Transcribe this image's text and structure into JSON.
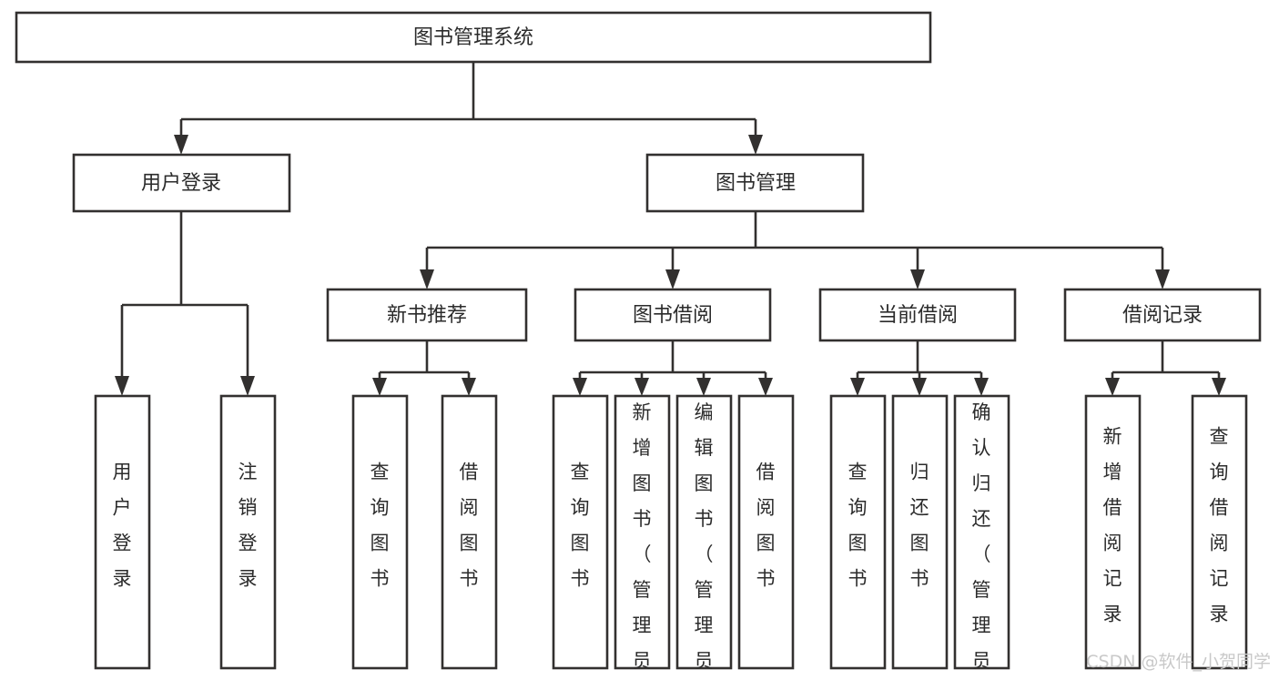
{
  "diagram": {
    "title": "图书管理系统",
    "type": "hierarchy-tree",
    "root": {
      "label": "图书管理系统"
    },
    "level2": [
      {
        "id": "user-login",
        "label": "用户登录"
      },
      {
        "id": "book-management",
        "label": "图书管理"
      }
    ],
    "level3": [
      {
        "id": "new-book-recommend",
        "label": "新书推荐",
        "parent": "book-management"
      },
      {
        "id": "book-borrow",
        "label": "图书借阅",
        "parent": "book-management"
      },
      {
        "id": "current-borrow",
        "label": "当前借阅",
        "parent": "book-management"
      },
      {
        "id": "borrow-record",
        "label": "借阅记录",
        "parent": "book-management"
      }
    ],
    "leaves": [
      {
        "id": "leaf-user-login",
        "label": "用户登录",
        "parent": "user-login"
      },
      {
        "id": "leaf-logout",
        "label": "注销登录",
        "parent": "user-login"
      },
      {
        "id": "leaf-query-book-1",
        "label": "查询图书",
        "parent": "new-book-recommend"
      },
      {
        "id": "leaf-borrow-book-1",
        "label": "借阅图书",
        "parent": "new-book-recommend"
      },
      {
        "id": "leaf-query-book-2",
        "label": "查询图书",
        "parent": "book-borrow"
      },
      {
        "id": "leaf-add-book",
        "label": "新增图书（管理员）",
        "parent": "book-borrow"
      },
      {
        "id": "leaf-edit-book",
        "label": "编辑图书（管理员）",
        "parent": "book-borrow"
      },
      {
        "id": "leaf-borrow-book-2",
        "label": "借阅图书",
        "parent": "book-borrow"
      },
      {
        "id": "leaf-query-book-3",
        "label": "查询图书",
        "parent": "current-borrow"
      },
      {
        "id": "leaf-return-book",
        "label": "归还图书",
        "parent": "current-borrow"
      },
      {
        "id": "leaf-confirm-return",
        "label": "确认归还（管理员）",
        "parent": "current-borrow"
      },
      {
        "id": "leaf-add-record",
        "label": "新增借阅记录",
        "parent": "borrow-record"
      },
      {
        "id": "leaf-query-record",
        "label": "查询借阅记录",
        "parent": "borrow-record"
      }
    ],
    "watermark": "CSDN @软件_小贺同学",
    "colors": {
      "stroke": "#32302f",
      "box_fill": "#ffffff",
      "text": "#2b2b2b",
      "watermark": "#c9c9c9",
      "background": "#ffffff"
    }
  }
}
